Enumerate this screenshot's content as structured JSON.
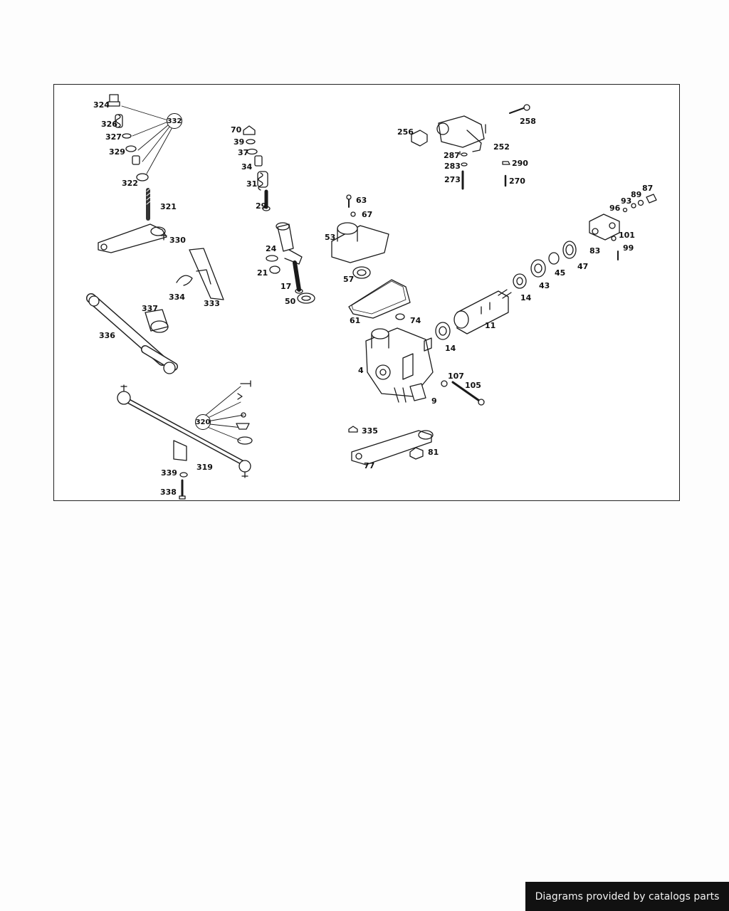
{
  "parts": {
    "p324": "324",
    "p326": "326",
    "p327": "327",
    "p329": "329",
    "p322": "322",
    "p332": "332",
    "p321": "321",
    "p330": "330",
    "p334": "334",
    "p333": "333",
    "p337": "337",
    "p336": "336",
    "p70": "70",
    "p39": "39",
    "p37": "37",
    "p34": "34",
    "p31": "31",
    "p29": "29",
    "p24": "24",
    "p21": "21",
    "p17": "17",
    "p50": "50",
    "p63": "63",
    "p67": "67",
    "p53": "53",
    "p57": "57",
    "p61": "61",
    "p74": "74",
    "p4": "4",
    "p9": "9",
    "p107": "107",
    "p105": "105",
    "p335": "335",
    "p81": "81",
    "p77": "77",
    "p256": "256",
    "p258": "258",
    "p252": "252",
    "p287": "287",
    "p283": "283",
    "p273": "273",
    "p290": "290",
    "p270": "270",
    "p87": "87",
    "p89": "89",
    "p93": "93",
    "p96": "96",
    "p101": "101",
    "p83": "83",
    "p99": "99",
    "p47": "47",
    "p45": "45",
    "p43": "43",
    "p14a": "14",
    "p14b": "14",
    "p11": "11",
    "p320": "320",
    "p339": "339",
    "p319": "319",
    "p338": "338"
  },
  "footer": {
    "text": "Diagrams provided by catalogs parts"
  }
}
